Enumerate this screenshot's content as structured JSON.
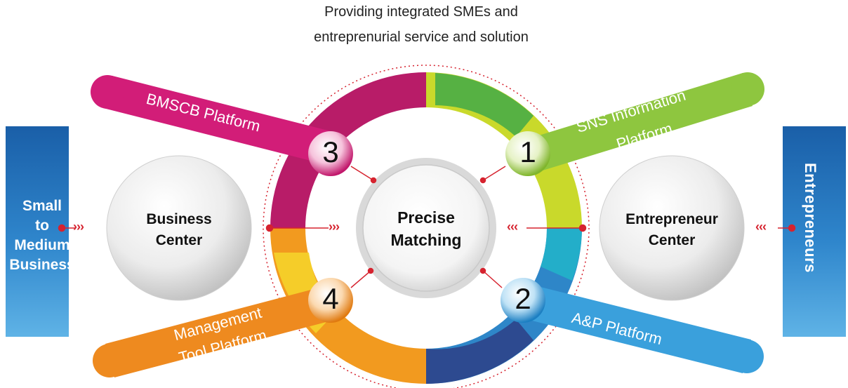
{
  "title": {
    "line1": "Providing integrated SMEs and",
    "line2": "entreprenurial service and solution"
  },
  "left_bar": {
    "line1": "Small",
    "line2": "to",
    "line3": "Medium",
    "line4": "Business"
  },
  "right_bar": {
    "text": "Entrepreneurs"
  },
  "business_center": {
    "line1": "Business",
    "line2": "Center"
  },
  "entrepreneur_center": {
    "line1": "Entrepreneur",
    "line2": "Center"
  },
  "center": {
    "line1": "Precise",
    "line2": "Matching"
  },
  "platforms": [
    {
      "number": "1",
      "line1": "SNS Information",
      "line2": "Platform",
      "color": "#8cc63f"
    },
    {
      "number": "2",
      "line1": "A&P Platform",
      "color": "#2b9ad6"
    },
    {
      "number": "3",
      "line1": "BMSCB Platform",
      "color": "#d6237a"
    },
    {
      "number": "4",
      "line1": "Management",
      "line2": "Tool Platform",
      "color": "#f08a1c"
    }
  ],
  "arrows": {
    "right": "›››",
    "left": "‹‹‹"
  },
  "colors": {
    "accent_red": "#d6232f",
    "sidebar_blue": "#1f6fb8"
  }
}
